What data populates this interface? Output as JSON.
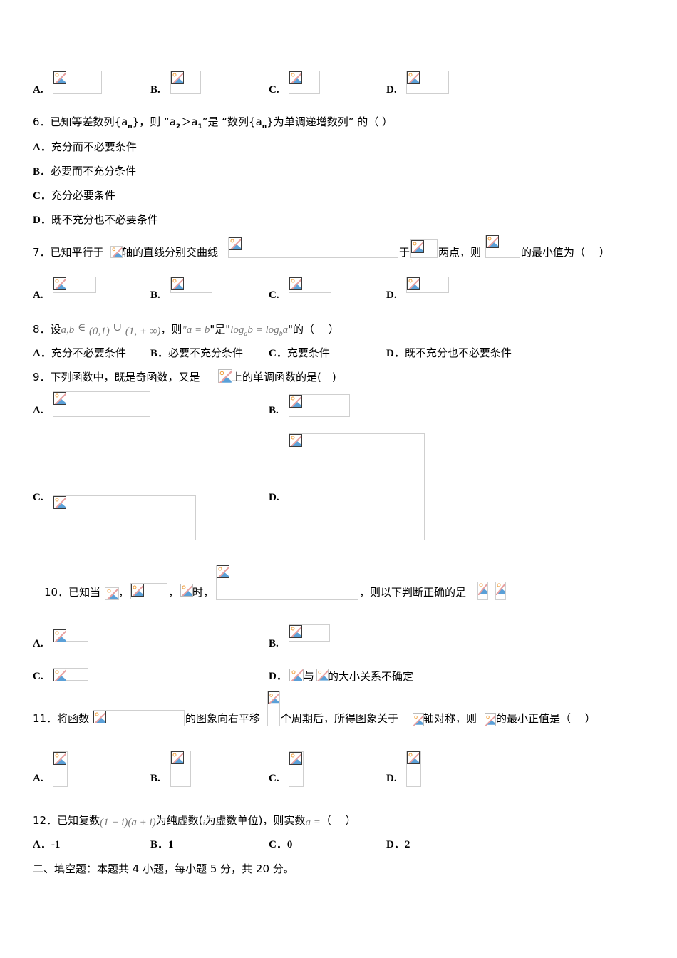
{
  "q5": {
    "options": [
      {
        "label": "A."
      },
      {
        "label": "B."
      },
      {
        "label": "C."
      },
      {
        "label": "D."
      }
    ]
  },
  "q6": {
    "stem_prefix": "6．已知等差数列{a",
    "stem_sub_n1": "n",
    "stem_mid1": "}，则 “a",
    "stem_sub_2": "2",
    "stem_gt": "＞a",
    "stem_sub_1": "1",
    "stem_mid2": "”是 “数列{a",
    "stem_sub_n2": "n",
    "stem_end": "}为单调递增数列” 的（ ）",
    "options": [
      {
        "label": "A．",
        "text": "充分而不必要条件"
      },
      {
        "label": "B．",
        "text": "必要而不充分条件"
      },
      {
        "label": "C．",
        "text": "充分必要条件"
      },
      {
        "label": "D．",
        "text": "既不充分也不必要条件"
      }
    ]
  },
  "q7": {
    "part1": "7．已知平行于",
    "part2": "轴的直线分别交曲线",
    "part3": "于",
    "part4": "两点，则",
    "part5": "的最小值为（　 ）",
    "options": [
      {
        "label": "A."
      },
      {
        "label": "B."
      },
      {
        "label": "C."
      },
      {
        "label": "D."
      }
    ]
  },
  "q8": {
    "part1": "8．设",
    "math1": "a,b",
    "math2": "∈",
    "math3": "(0,1)",
    "math4": "∪",
    "math5": "(1, + ∞)",
    "part2": "，则",
    "math6": "\"a = b",
    "part3": "\"是\"",
    "math7": "log",
    "math7_sub": "a",
    "math8": "b = log",
    "math8_sub": "b",
    "math9": "a",
    "part4": "\"的（　 ）",
    "options": [
      {
        "label": "A．",
        "text": "充分不必要条件"
      },
      {
        "label": "B．",
        "text": "必要不充分条件"
      },
      {
        "label": "C．",
        "text": "充要条件"
      },
      {
        "label": "D．",
        "text": "既不充分也不必要条件"
      }
    ]
  },
  "q9": {
    "part1": "9．下列函数中，既是奇函数，又是",
    "part2": "上的单调函数的是(　)",
    "options": [
      {
        "label": "A."
      },
      {
        "label": "B."
      },
      {
        "label": "C."
      },
      {
        "label": "D."
      }
    ]
  },
  "q10": {
    "part1": "10．已知当",
    "sep1": "，",
    "sep2": "，",
    "part2": "时，",
    "part3": "，则以下判断正确的是",
    "options": [
      {
        "label": "A."
      },
      {
        "label": "B."
      },
      {
        "label": "C."
      },
      {
        "label": "D．",
        "mid": "与",
        "text": "的大小关系不确定"
      }
    ]
  },
  "q11": {
    "part1": "11．将函数",
    "part2": "的图象向右平移",
    "part3": "个周期后，所得图象关于",
    "part4": "轴对称，则",
    "part5": "的最小正值是（　 ）",
    "options": [
      {
        "label": "A."
      },
      {
        "label": "B."
      },
      {
        "label": "C."
      },
      {
        "label": "D."
      }
    ]
  },
  "q12": {
    "part1": "12．已知复数",
    "math1": "(1 + i)(a + i)",
    "part2": "为纯虚数(",
    "math2": "i",
    "part3": "为虚数单位)，则实数",
    "math3": "a =",
    "part4": "（　 ）",
    "options": [
      {
        "label": "A．",
        "text": "-1"
      },
      {
        "label": "B．",
        "text": "1"
      },
      {
        "label": "C．",
        "text": "0"
      },
      {
        "label": "D．",
        "text": "2"
      }
    ]
  },
  "section2": {
    "heading": "二、填空题：本题共 4 小题，每小题 5 分，共 20 分。"
  },
  "colors": {
    "image_border": "#cfcfcf",
    "icon_red": "#e07070",
    "icon_blue": "#5aa0d8",
    "icon_sun": "#f0a040"
  }
}
